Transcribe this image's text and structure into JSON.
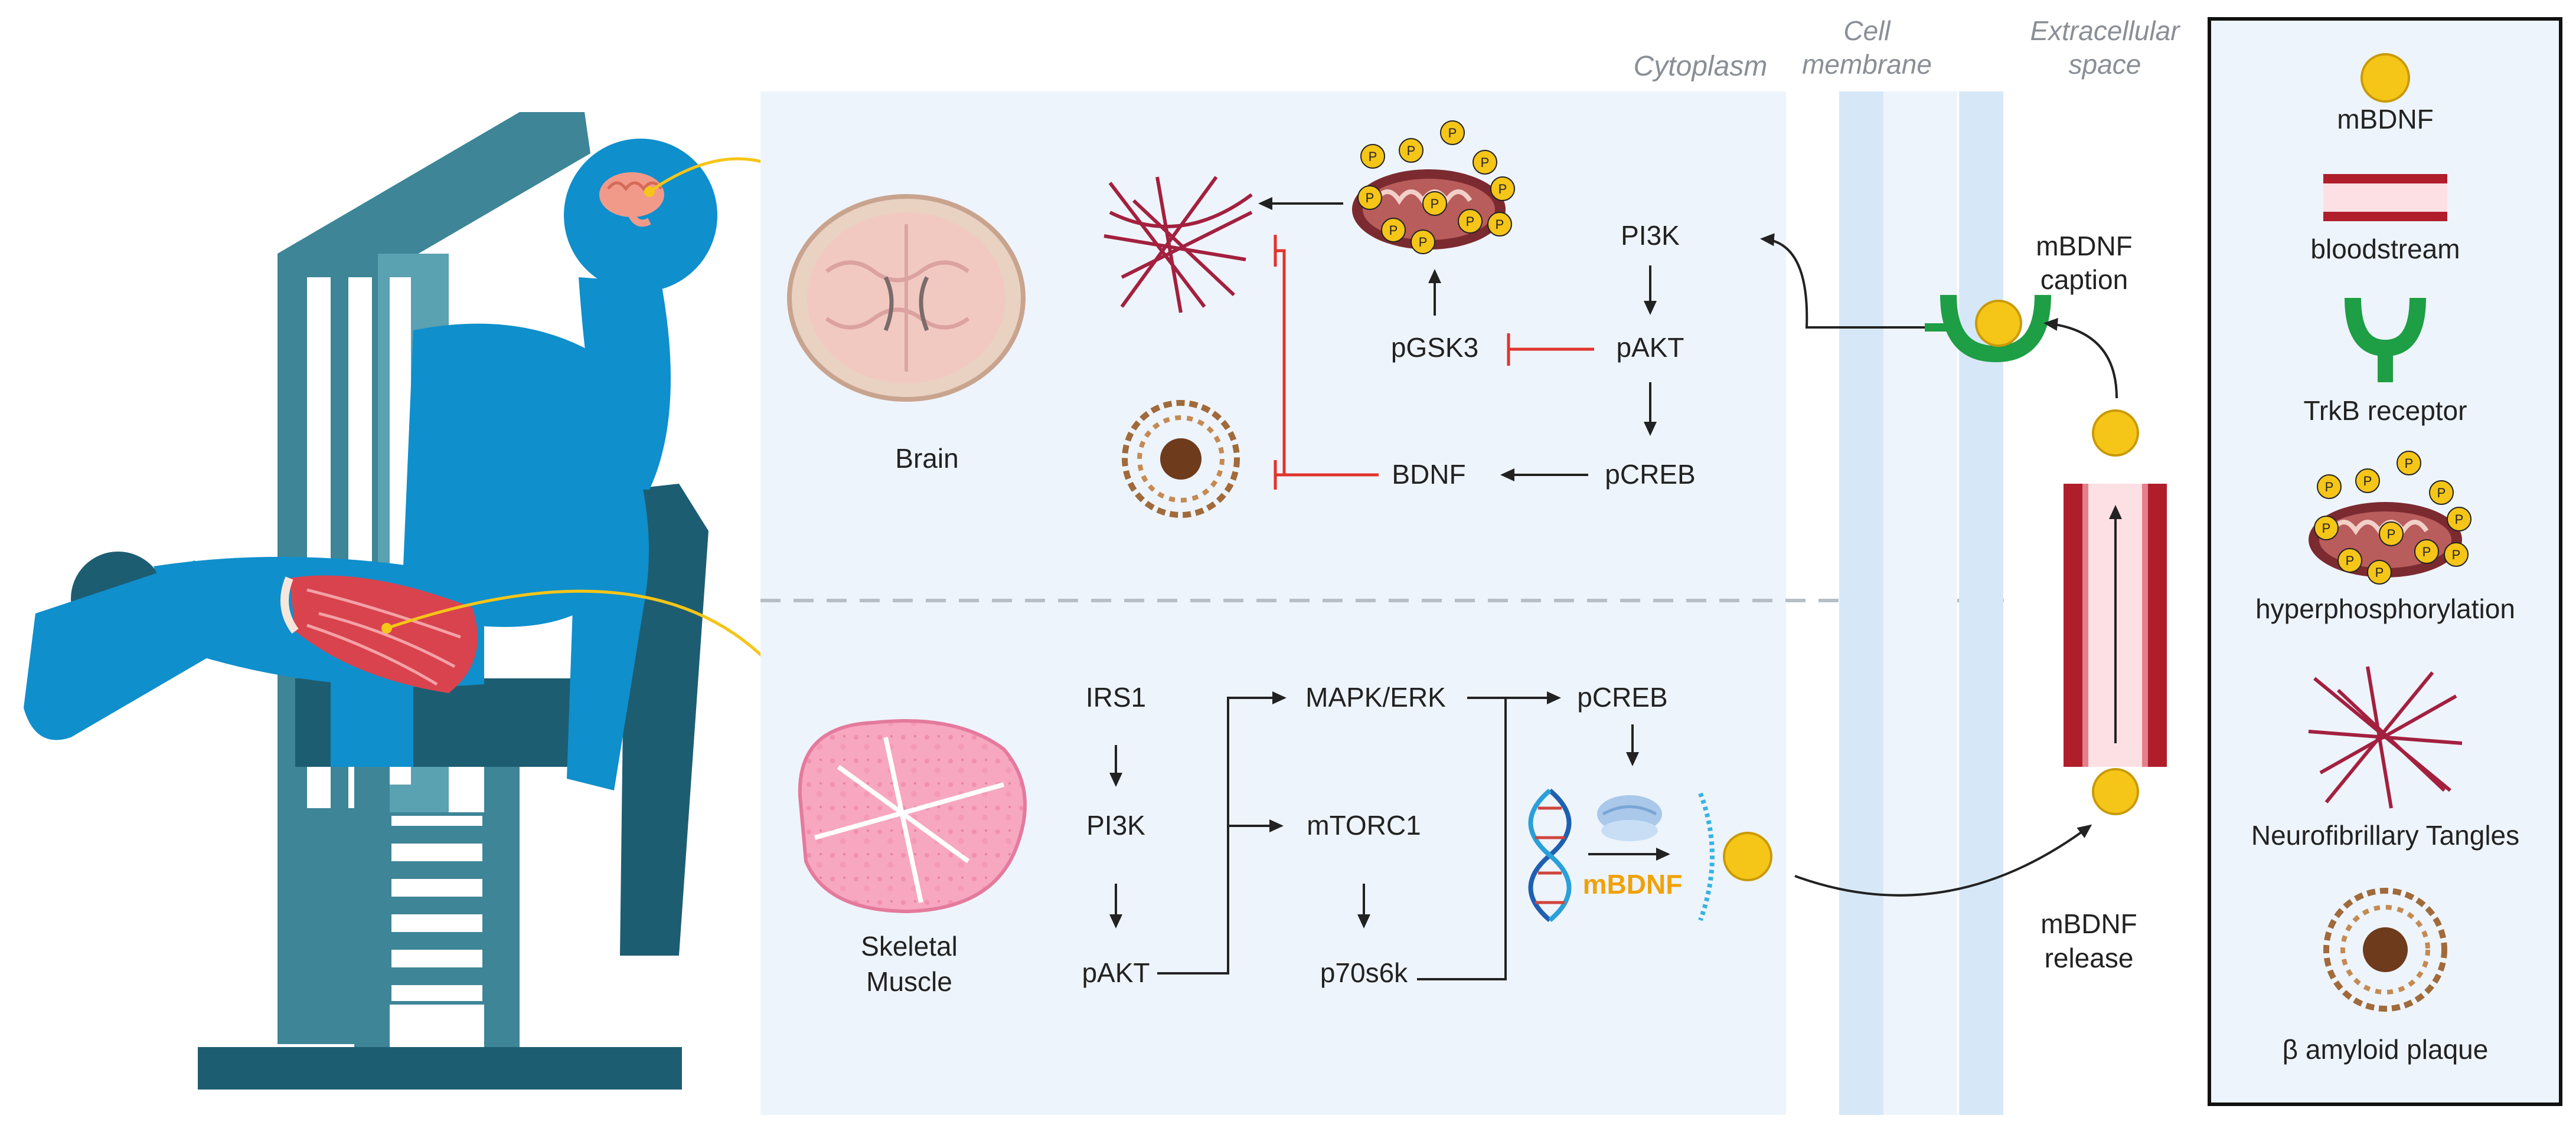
{
  "regions": {
    "cytoplasm": "Cytoplasm",
    "cell_membrane_line1": "Cell",
    "cell_membrane_line2": "membrane",
    "extracellular_line1": "Extracellular",
    "extracellular_line2": "space"
  },
  "brain_panel": {
    "organ_label": "Brain",
    "pi3k": "PI3K",
    "pakt": "pAKT",
    "pgsk3": "pGSK3",
    "pcreb": "pCREB",
    "bdnf": "BDNF"
  },
  "muscle_panel": {
    "organ_label_line1": "Skeletal",
    "organ_label_line2": "Muscle",
    "irs1": "IRS1",
    "pi3k": "PI3K",
    "pakt": "pAKT",
    "mapk_erk": "MAPK/ERK",
    "mtorc1": "mTORC1",
    "p70s6k": "p70s6k",
    "pcreb": "pCREB",
    "mbdnf_product": "mBDNF"
  },
  "transport": {
    "caption_line1": "mBDNF",
    "caption_line2": "caption",
    "release_line1": "mBDNF",
    "release_line2": "release"
  },
  "legend": {
    "items": [
      "mBDNF",
      "bloodstream",
      "TrkB receptor",
      "hyperphosphorylation",
      "Neurofibrillary Tangles",
      "β amyloid plaque"
    ]
  },
  "phospho_marker": "P",
  "colors": {
    "panel_bg": "#eef4fb",
    "membrane": "#d6e8f7",
    "arrow_black": "#222222",
    "inhibit_red": "#e0342c",
    "yellow": "#f5c518",
    "receptor_green": "#1e9e45",
    "vessel_red": "#b01e2c",
    "vessel_pink": "#fde0e4",
    "body_blue": "#0f8fcc",
    "machine_teal": "#3d8597",
    "machine_dark": "#1d5d72",
    "product_orange": "#f0a20a"
  }
}
